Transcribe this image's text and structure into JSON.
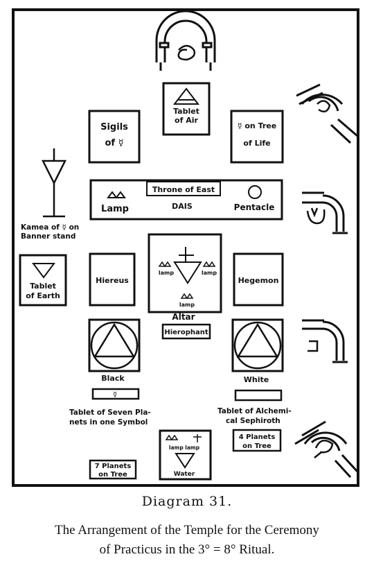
{
  "figure": {
    "tablet_air": [
      "Tablet",
      "of Air"
    ],
    "sigils": [
      "Sigils",
      "of ☿"
    ],
    "mercury_tree": [
      "☿ on Tree",
      "of Life"
    ],
    "throne": "Throne of East",
    "dais": "DAIS",
    "lamp": "Lamp",
    "pentacle": "Pentacle",
    "kamea": [
      "Kamea of ☿ on",
      "Banner stand"
    ],
    "tablet_earth": [
      "Tablet",
      "of Earth"
    ],
    "hiereus": "Hiereus",
    "hegemon": "Hegemon",
    "altar_lamp_left": "lamp",
    "altar_lamp_right": "lamp",
    "altar_lamp_bottom": "lamp",
    "altar": "Altar",
    "hierophant": "Hierophant",
    "black": "Black",
    "white": "White",
    "tablet_seven": [
      "Tablet of Seven Pla-",
      "nets in one Symbol"
    ],
    "tablet_alchemical": [
      "Tablet of Alchemi-",
      "cal Sephiroth"
    ],
    "four_planets": [
      "4 Planets",
      "on Tree"
    ],
    "seven_planets": [
      "7 Planets",
      "on Tree"
    ],
    "water_lamps": "lamp lamp",
    "water": "Water"
  },
  "caption": {
    "title": "Diagram 31.",
    "line1": "The Arrangement of the Temple for the Ceremony",
    "line2": "of Practicus in the 3° = 8° Ritual."
  }
}
